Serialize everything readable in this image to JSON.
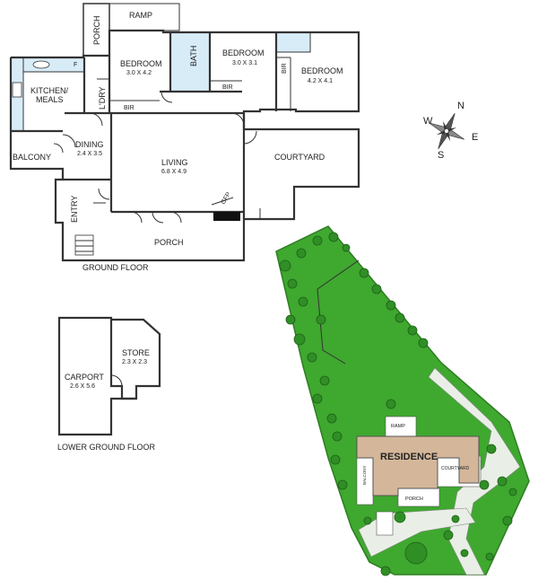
{
  "ground_floor": {
    "title": "GROUND FLOOR",
    "rooms": {
      "ramp": "RAMP",
      "porch_top": "PORCH",
      "bedroom1": "BEDROOM",
      "bedroom1_dim": "3.0 X 4.2",
      "bath": "BATH",
      "bedroom2": "BEDROOM",
      "bedroom2_dim": "3.0 X 3.1",
      "bir_right": "BIR",
      "bedroom3": "BEDROOM",
      "bedroom3_dim": "4.2 X 4.1",
      "kitchen_1": "KITCHEN/",
      "kitchen_2": "MEALS",
      "ldry": "L'DRY",
      "bir_1": "BIR",
      "bir_2": "BIR",
      "dining": "DINING",
      "dining_dim": "2.4 X 3.5",
      "balcony": "BALCONY",
      "living": "LIVING",
      "living_dim": "6.8 X 4.9",
      "courtyard": "COURTYARD",
      "entry": "ENTRY",
      "gfp": "GFP",
      "porch": "PORCH",
      "fridge": "F"
    }
  },
  "lower_ground_floor": {
    "title": "LOWER GROUND FLOOR",
    "carport": "CARPORT",
    "carport_dim": "2.6 X 5.6",
    "store": "STORE",
    "store_dim": "2.3 X 2.3"
  },
  "site_plan": {
    "residence": "RESIDENCE",
    "ramp": "RAMP",
    "courtyard": "COURTYARD",
    "balcony": "BALCONY",
    "porch": "PORCH"
  },
  "compass": {
    "n": "N",
    "s": "S",
    "e": "E",
    "w": "W"
  },
  "colors": {
    "lawn": "#3fa82f",
    "lawn_edge": "#2e7d22",
    "tree": "#2f8f25",
    "residence": "#d4b79a",
    "wet_area": "#d8ecf8"
  }
}
